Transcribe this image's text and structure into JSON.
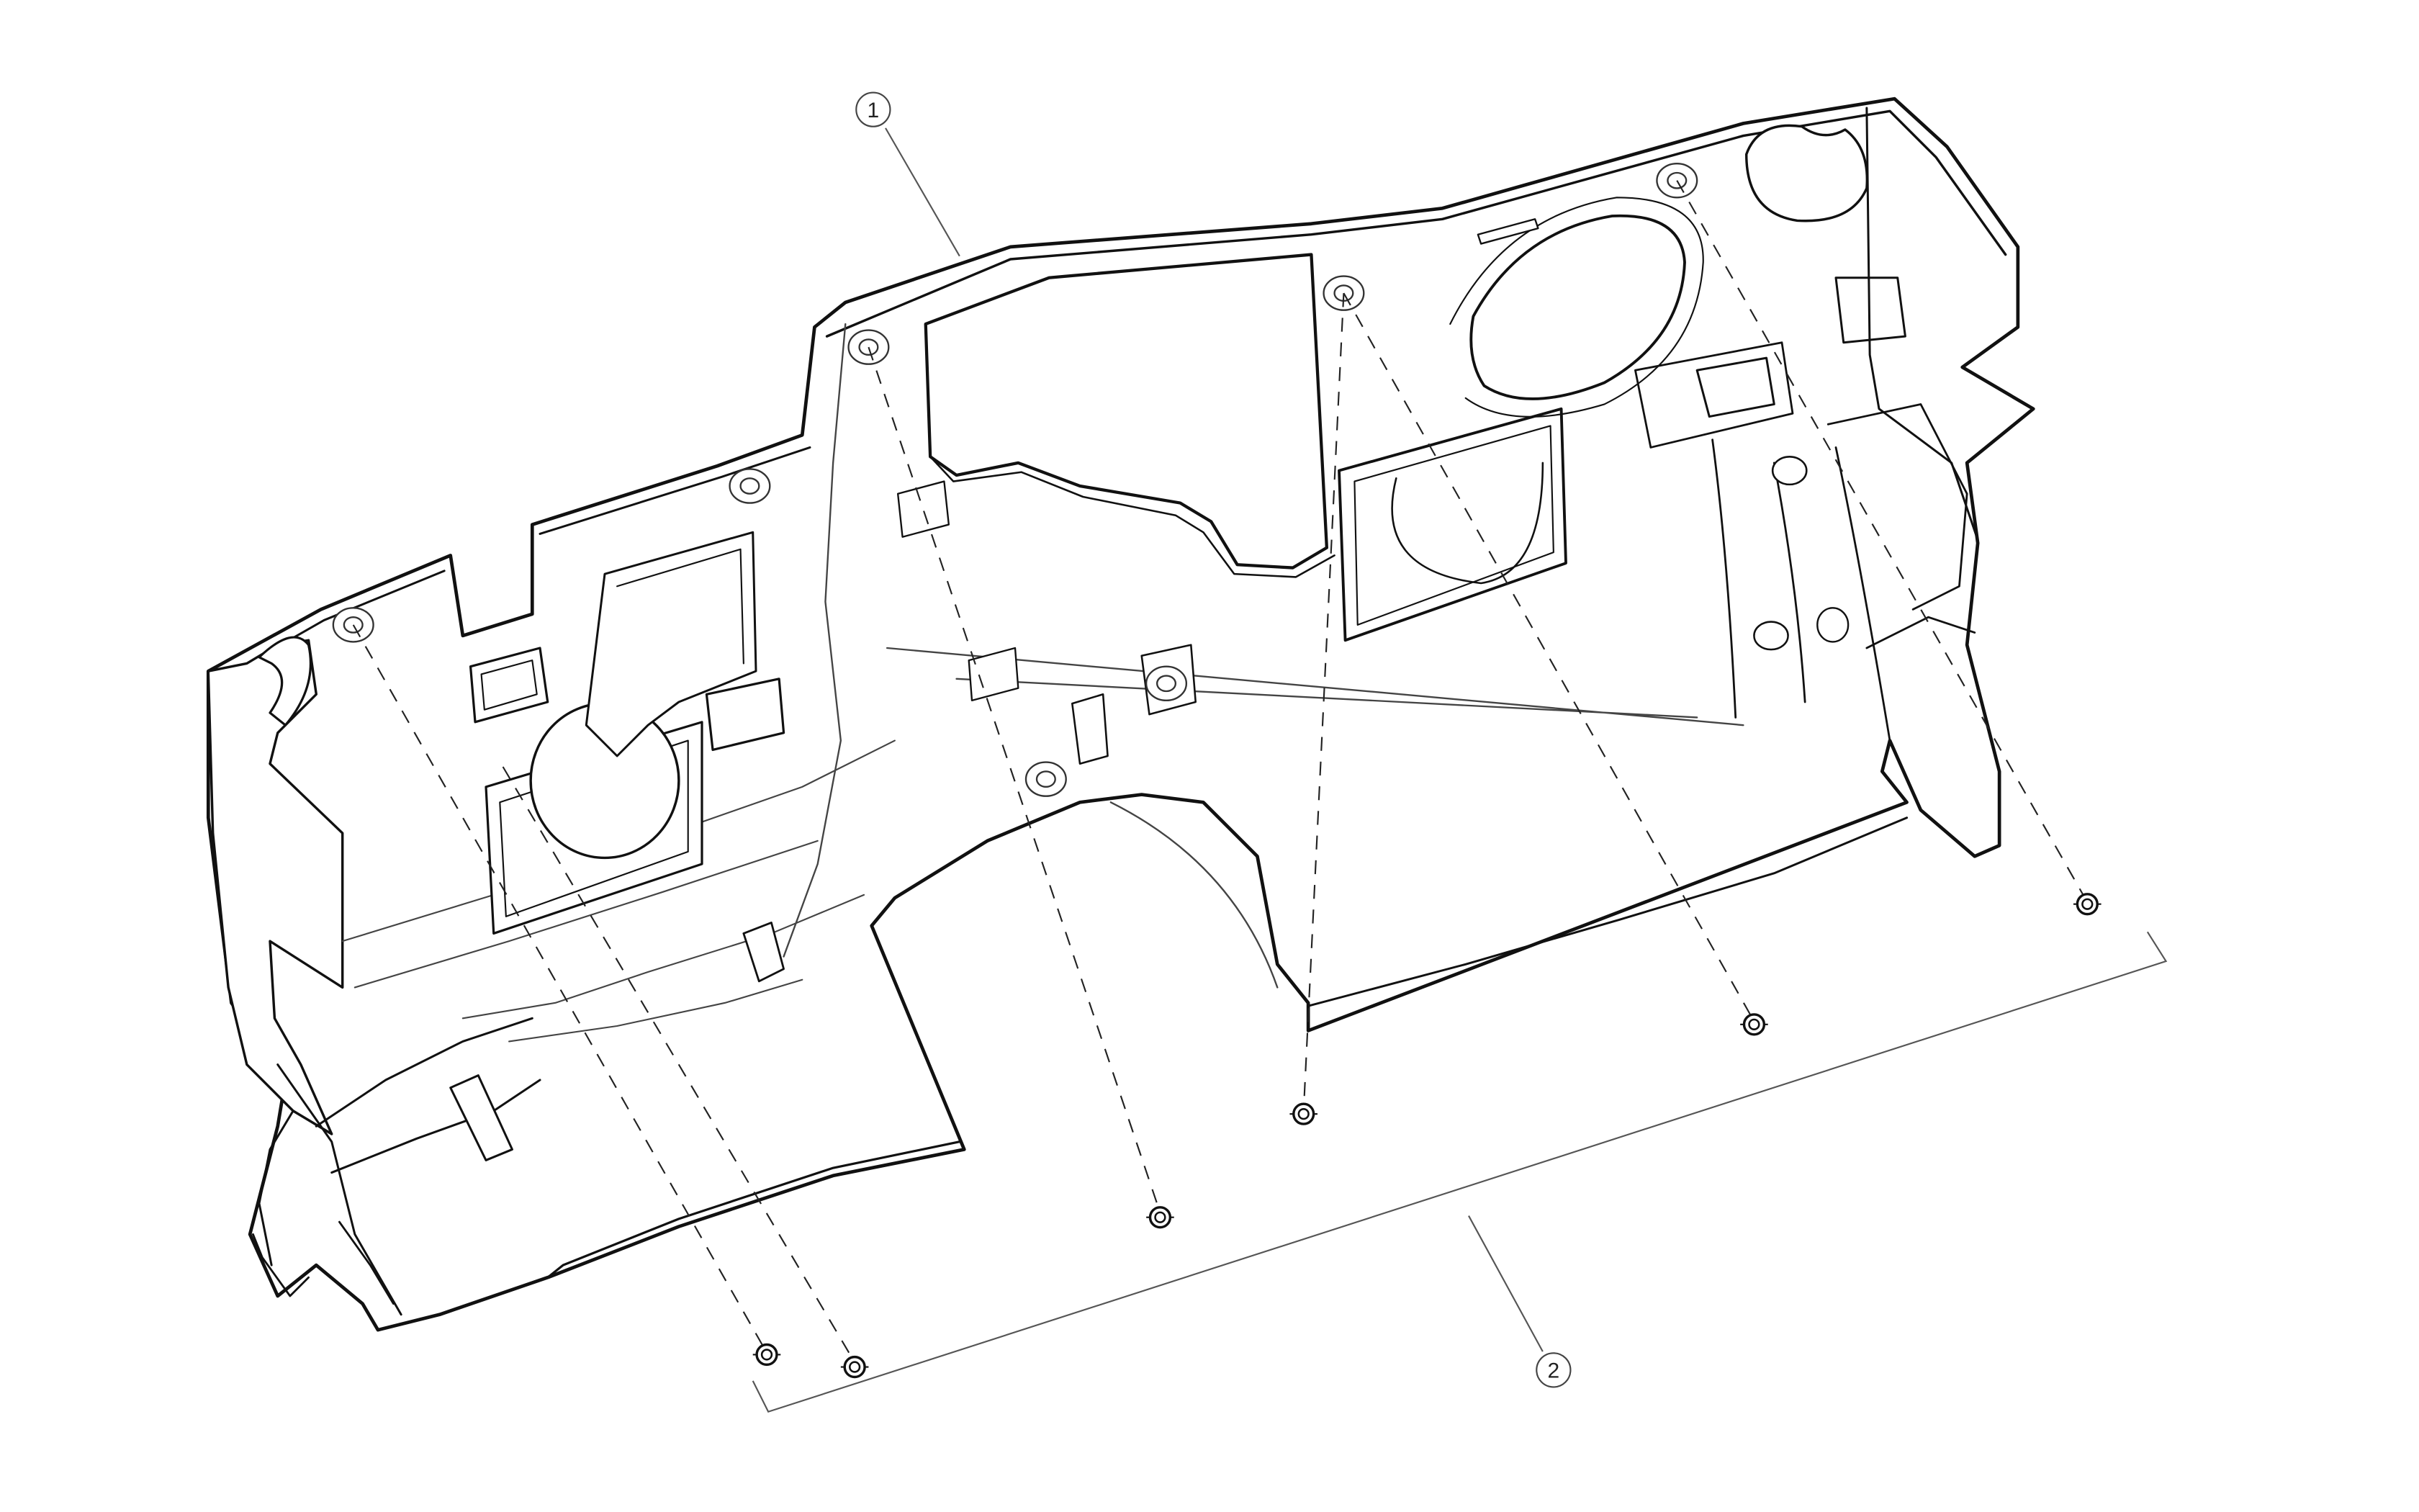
{
  "diagram": {
    "callouts": [
      {
        "id": "1",
        "label": "1"
      },
      {
        "id": "2",
        "label": "2"
      }
    ],
    "colors": {
      "line": "#111111",
      "leader": "#555555",
      "fill": "#ffffff"
    }
  }
}
